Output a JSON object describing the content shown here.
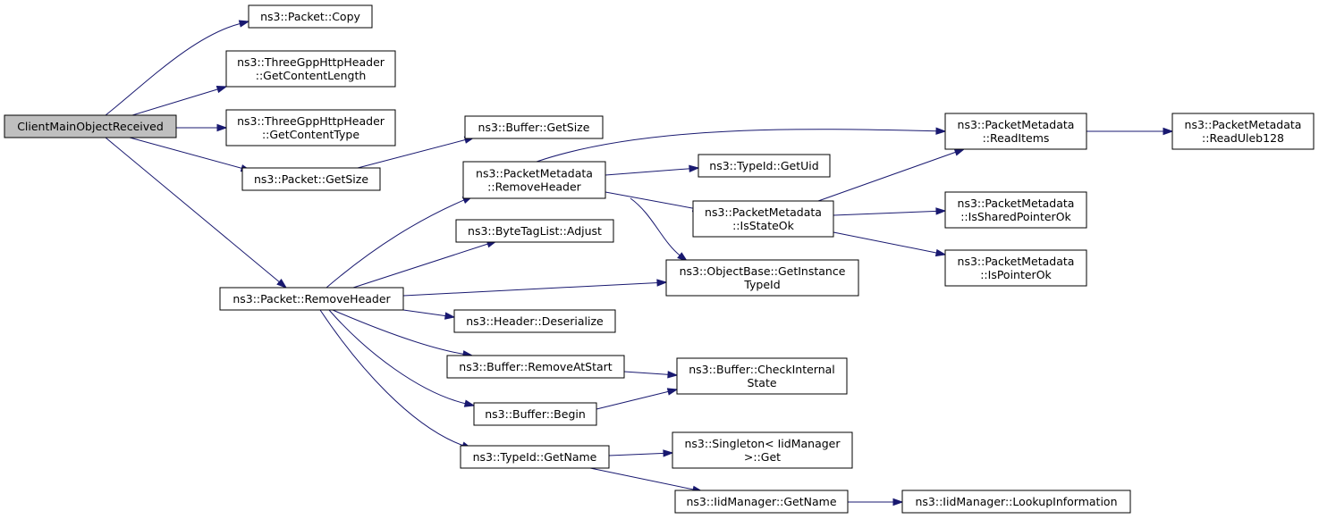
{
  "colors": {
    "edge": "#191970",
    "root_fill": "#bfbfbf",
    "node_fill": "#ffffff",
    "node_border": "#000000"
  },
  "nodes": [
    {
      "id": "root",
      "lines": [
        "ClientMainObjectReceived"
      ]
    },
    {
      "id": "copy",
      "lines": [
        "ns3::Packet::Copy"
      ]
    },
    {
      "id": "contentlength",
      "lines": [
        "ns3::ThreeGppHttpHeader",
        "::GetContentLength"
      ]
    },
    {
      "id": "contenttype",
      "lines": [
        "ns3::ThreeGppHttpHeader",
        "::GetContentType"
      ]
    },
    {
      "id": "packetgetsize",
      "lines": [
        "ns3::Packet::GetSize"
      ]
    },
    {
      "id": "packetremoveheader",
      "lines": [
        "ns3::Packet::RemoveHeader"
      ]
    },
    {
      "id": "buffergetsize",
      "lines": [
        "ns3::Buffer::GetSize"
      ]
    },
    {
      "id": "metaremoveheader",
      "lines": [
        "ns3::PacketMetadata",
        "::RemoveHeader"
      ]
    },
    {
      "id": "adjust",
      "lines": [
        "ns3::ByteTagList::Adjust"
      ]
    },
    {
      "id": "deserialize",
      "lines": [
        "ns3::Header::Deserialize"
      ]
    },
    {
      "id": "removeatstart",
      "lines": [
        "ns3::Buffer::RemoveAtStart"
      ]
    },
    {
      "id": "begin",
      "lines": [
        "ns3::Buffer::Begin"
      ]
    },
    {
      "id": "typeidgetname",
      "lines": [
        "ns3::TypeId::GetName"
      ]
    },
    {
      "id": "getuid",
      "lines": [
        "ns3::TypeId::GetUid"
      ]
    },
    {
      "id": "isstateok",
      "lines": [
        "ns3::PacketMetadata",
        "::IsStateOk"
      ]
    },
    {
      "id": "getinstancetypeid",
      "lines": [
        "ns3::ObjectBase::GetInstance",
        "TypeId"
      ]
    },
    {
      "id": "checkinternalstate",
      "lines": [
        "ns3::Buffer::CheckInternal",
        "State"
      ]
    },
    {
      "id": "singletonget",
      "lines": [
        "ns3::Singleton< IidManager",
        ">::Get"
      ]
    },
    {
      "id": "iidgetname",
      "lines": [
        "ns3::IidManager::GetName"
      ]
    },
    {
      "id": "readitems",
      "lines": [
        "ns3::PacketMetadata",
        "::ReadItems"
      ]
    },
    {
      "id": "issharedpointerok",
      "lines": [
        "ns3::PacketMetadata",
        "::IsSharedPointerOk"
      ]
    },
    {
      "id": "ispointerok",
      "lines": [
        "ns3::PacketMetadata",
        "::IsPointerOk"
      ]
    },
    {
      "id": "lookupinformation",
      "lines": [
        "ns3::IidManager::LookupInformation"
      ]
    },
    {
      "id": "readuleb128",
      "lines": [
        "ns3::PacketMetadata",
        "::ReadUleb128"
      ]
    }
  ],
  "edges": [
    {
      "from": "root",
      "to": "copy"
    },
    {
      "from": "root",
      "to": "contentlength"
    },
    {
      "from": "root",
      "to": "contenttype"
    },
    {
      "from": "root",
      "to": "packetgetsize"
    },
    {
      "from": "root",
      "to": "packetremoveheader"
    },
    {
      "from": "packetgetsize",
      "to": "buffergetsize"
    },
    {
      "from": "packetremoveheader",
      "to": "metaremoveheader"
    },
    {
      "from": "packetremoveheader",
      "to": "adjust"
    },
    {
      "from": "packetremoveheader",
      "to": "getinstancetypeid"
    },
    {
      "from": "packetremoveheader",
      "to": "deserialize"
    },
    {
      "from": "packetremoveheader",
      "to": "removeatstart"
    },
    {
      "from": "packetremoveheader",
      "to": "begin"
    },
    {
      "from": "packetremoveheader",
      "to": "typeidgetname"
    },
    {
      "from": "metaremoveheader",
      "to": "readitems"
    },
    {
      "from": "metaremoveheader",
      "to": "getuid"
    },
    {
      "from": "metaremoveheader",
      "to": "isstateok"
    },
    {
      "from": "metaremoveheader",
      "to": "getinstancetypeid"
    },
    {
      "from": "isstateok",
      "to": "readitems"
    },
    {
      "from": "isstateok",
      "to": "issharedpointerok"
    },
    {
      "from": "isstateok",
      "to": "ispointerok"
    },
    {
      "from": "readitems",
      "to": "readuleb128"
    },
    {
      "from": "removeatstart",
      "to": "checkinternalstate"
    },
    {
      "from": "begin",
      "to": "checkinternalstate"
    },
    {
      "from": "typeidgetname",
      "to": "singletonget"
    },
    {
      "from": "typeidgetname",
      "to": "iidgetname"
    },
    {
      "from": "iidgetname",
      "to": "lookupinformation"
    }
  ]
}
